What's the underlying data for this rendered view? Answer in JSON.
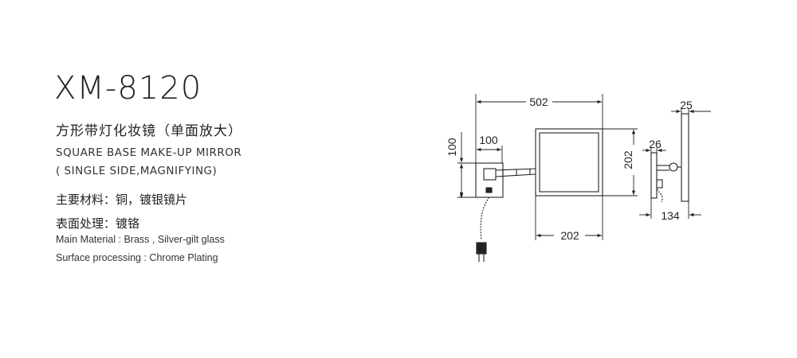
{
  "product": {
    "model": "XM-8120",
    "title_cn": "方形带灯化妆镜（单面放大）",
    "title_en_line1": "SQUARE BASE MAKE-UP MIRROR",
    "title_en_line2": "( SINGLE SIDE,MAGNIFYING)",
    "material_cn": "主要材料：铜，镀银镜片",
    "surface_cn": "表面处理：镀铬",
    "material_en": "Main Material : Brass , Silver-gilt glass",
    "surface_en": "Surface processing : Chrome Plating"
  },
  "dimensions": {
    "overall_width": "502",
    "base_width": "100",
    "base_height": "100",
    "mirror_height": "202",
    "mirror_width": "202",
    "side_depth": "25",
    "base_depth": "26",
    "total_depth": "134"
  },
  "colors": {
    "line": "#222222"
  }
}
